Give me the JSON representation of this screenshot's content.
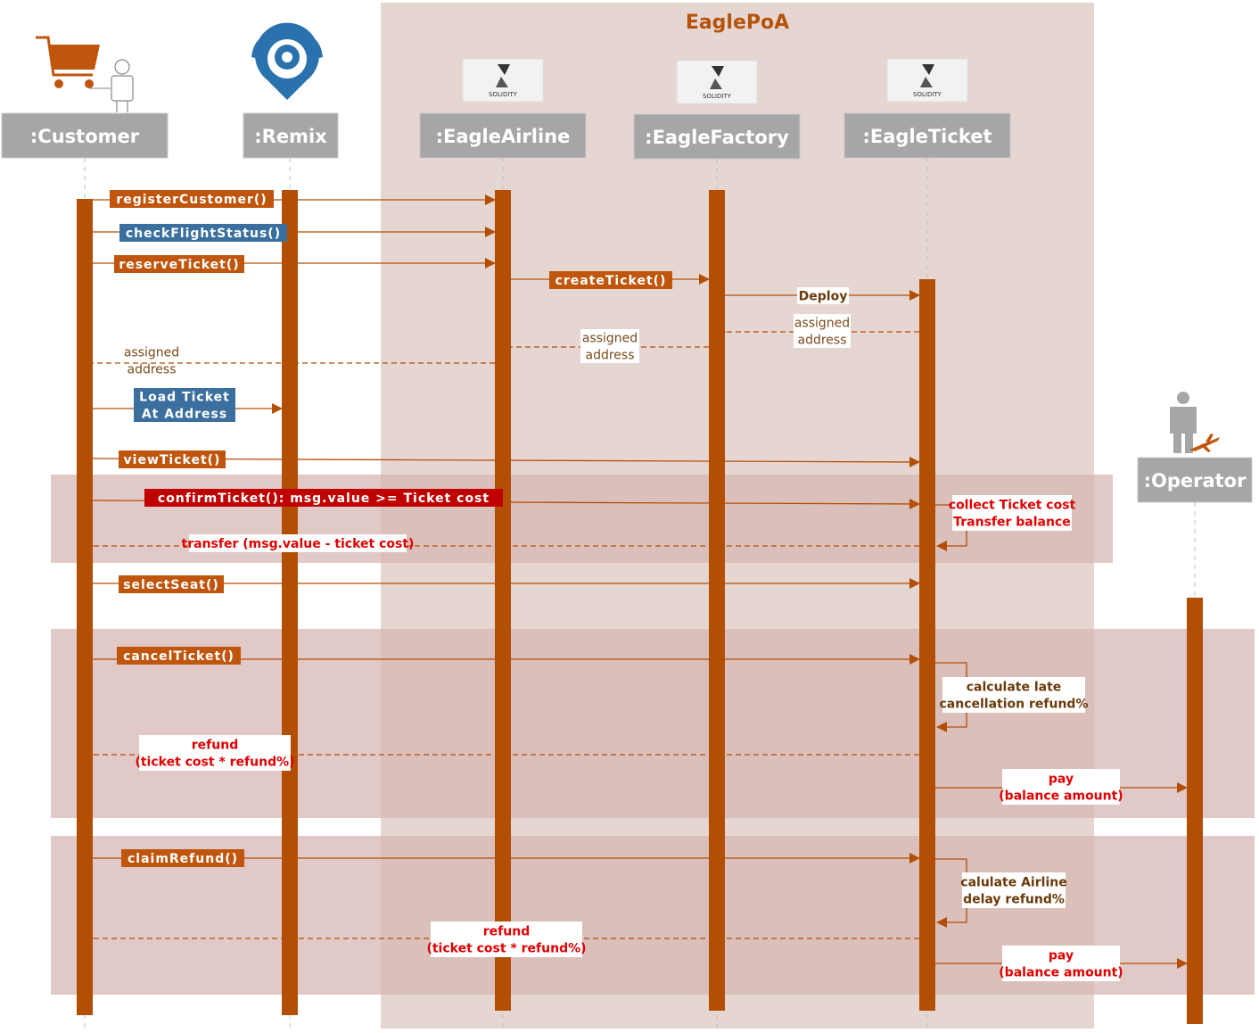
{
  "system": {
    "title": "EaglePoA"
  },
  "participants": [
    {
      "id": "customer",
      "label": ":Customer",
      "icon": "shopping-cart-user-icon"
    },
    {
      "id": "remix",
      "label": ":Remix",
      "icon": "remix-logo-icon"
    },
    {
      "id": "airline",
      "label": ":EagleAirline",
      "icon": "solidity-logo-icon"
    },
    {
      "id": "factory",
      "label": ":EagleFactory",
      "icon": "solidity-logo-icon"
    },
    {
      "id": "ticket",
      "label": ":EagleTicket",
      "icon": "solidity-logo-icon"
    },
    {
      "id": "operator",
      "label": ":Operator",
      "icon": "person-airplane-icon"
    }
  ],
  "logo_text": {
    "solidity": "SOLIDITY"
  },
  "messages": [
    {
      "id": "registerCustomer",
      "lines": [
        "registerCustomer()"
      ],
      "from": "customer",
      "to": "airline",
      "kind": "call",
      "style": "orange"
    },
    {
      "id": "checkFlightStatus",
      "lines": [
        "checkFlightStatus()"
      ],
      "from": "customer",
      "to": "airline",
      "kind": "call",
      "style": "blue"
    },
    {
      "id": "reserveTicket",
      "lines": [
        "reserveTicket()"
      ],
      "from": "customer",
      "to": "airline",
      "kind": "call",
      "style": "orange"
    },
    {
      "id": "createTicket",
      "lines": [
        "createTicket()"
      ],
      "from": "airline",
      "to": "factory",
      "kind": "call",
      "style": "orange"
    },
    {
      "id": "deploy",
      "lines": [
        "Deploy"
      ],
      "from": "factory",
      "to": "ticket",
      "kind": "call",
      "style": "boxed-dark"
    },
    {
      "id": "assigned1",
      "lines": [
        "assigned",
        "address"
      ],
      "from": "ticket",
      "to": "factory",
      "kind": "return",
      "style": "boxed-plain"
    },
    {
      "id": "assigned2",
      "lines": [
        "assigned",
        "address"
      ],
      "from": "factory",
      "to": "airline",
      "kind": "return",
      "style": "boxed-plain"
    },
    {
      "id": "assigned3",
      "lines": [
        "assigned",
        "address"
      ],
      "from": "airline",
      "to": "customer",
      "kind": "return",
      "style": "plain"
    },
    {
      "id": "loadTicket",
      "lines": [
        "Load Ticket",
        "At Address"
      ],
      "from": "customer",
      "to": "remix",
      "kind": "call",
      "style": "blue"
    },
    {
      "id": "viewTicket",
      "lines": [
        "viewTicket()"
      ],
      "from": "customer",
      "to": "ticket",
      "kind": "call",
      "style": "orange"
    },
    {
      "id": "confirmTicket",
      "lines": [
        "confirmTicket(): msg.value >= Ticket cost"
      ],
      "from": "customer",
      "to": "ticket",
      "kind": "call",
      "style": "red"
    },
    {
      "id": "collectCost",
      "lines": [
        "collect Ticket cost",
        "Transfer balance"
      ],
      "from": "ticket",
      "to": "ticket",
      "kind": "self",
      "style": "boxed-red"
    },
    {
      "id": "transfer",
      "lines": [
        "transfer (msg.value - ticket cost)"
      ],
      "from": "ticket",
      "to": "customer",
      "kind": "return",
      "style": "boxed-red"
    },
    {
      "id": "selectSeat",
      "lines": [
        "selectSeat()"
      ],
      "from": "customer",
      "to": "ticket",
      "kind": "call",
      "style": "orange"
    },
    {
      "id": "cancelTicket",
      "lines": [
        "cancelTicket()"
      ],
      "from": "customer",
      "to": "ticket",
      "kind": "call",
      "style": "orange"
    },
    {
      "id": "lateRefund",
      "lines": [
        "calculate late",
        "cancellation refund%"
      ],
      "from": "ticket",
      "to": "ticket",
      "kind": "self",
      "style": "boxed-dark"
    },
    {
      "id": "refund1",
      "lines": [
        "refund",
        "(ticket cost * refund%)"
      ],
      "from": "ticket",
      "to": "customer",
      "kind": "return",
      "style": "boxed-red"
    },
    {
      "id": "pay1",
      "lines": [
        "pay",
        "(balance amount)"
      ],
      "from": "ticket",
      "to": "operator",
      "kind": "call",
      "style": "boxed-red"
    },
    {
      "id": "claimRefund",
      "lines": [
        "claimRefund()"
      ],
      "from": "customer",
      "to": "ticket",
      "kind": "call",
      "style": "orange"
    },
    {
      "id": "delayRefund",
      "lines": [
        "calulate Airline",
        "delay refund%"
      ],
      "from": "ticket",
      "to": "ticket",
      "kind": "self",
      "style": "boxed-dark"
    },
    {
      "id": "refund2",
      "lines": [
        "refund",
        "(ticket cost * refund%)"
      ],
      "from": "ticket",
      "to": "customer",
      "kind": "return",
      "style": "boxed-red"
    },
    {
      "id": "pay2",
      "lines": [
        "pay",
        "(balance amount)"
      ],
      "from": "ticket",
      "to": "operator",
      "kind": "call",
      "style": "boxed-red"
    }
  ],
  "colors": {
    "activation": "#b34f05",
    "orange_label": "#c0560d",
    "blue_label": "#3a6f9e",
    "red_label": "#c00000",
    "header_box": "#a6a6a6",
    "system_box": "#e6d6d2",
    "band": "#d9bdb8",
    "red_text": "#e00000",
    "dark_text": "#6b3a0a"
  }
}
